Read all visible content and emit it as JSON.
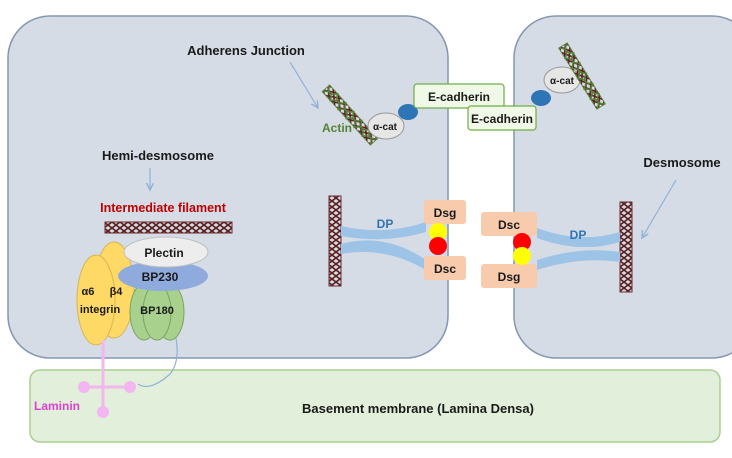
{
  "labels": {
    "adherens_junction": "Adherens Junction",
    "actin": "Actin",
    "alpha_cat": "α-cat",
    "e_cadherin": "E-cadherin",
    "hemi_desmosome": "Hemi-desmosome",
    "intermediate_filament": "Intermediate filament",
    "plectin": "Plectin",
    "bp230": "BP230",
    "bp180": "BP180",
    "alpha6": "α6",
    "beta4": "β4",
    "integrin": "integrin",
    "laminin": "Laminin",
    "basement_membrane": "Basement membrane (Lamina Densa)",
    "desmosome": "Desmosome",
    "dp": "DP",
    "dsg": "Dsg",
    "dsc": "Dsc"
  },
  "colors": {
    "cell_fill": "#d6dce6",
    "cell_stroke": "#8496b0",
    "membrane_fill": "#e2efda",
    "membrane_stroke": "#a9d18e",
    "cadherin_fill": "#f0f8e8",
    "cadherin_stroke": "#70ad47",
    "cat_blue": "#2e75b6",
    "actin_green": "#548235",
    "intermediate_red": "#c00000",
    "filament_dark": "#6b2a2a",
    "desmo_box": "#f8cbad",
    "dp_blue": "#9dc3e6",
    "integrin_yellow": "#ffd966",
    "bp230_blue": "#8faadc",
    "bp180_green": "#a9d18e",
    "laminin_pink": "#f4b6f0",
    "laminin_text": "#e040d0",
    "red_dot": "#ff0000",
    "yellow_dot": "#ffff00"
  }
}
